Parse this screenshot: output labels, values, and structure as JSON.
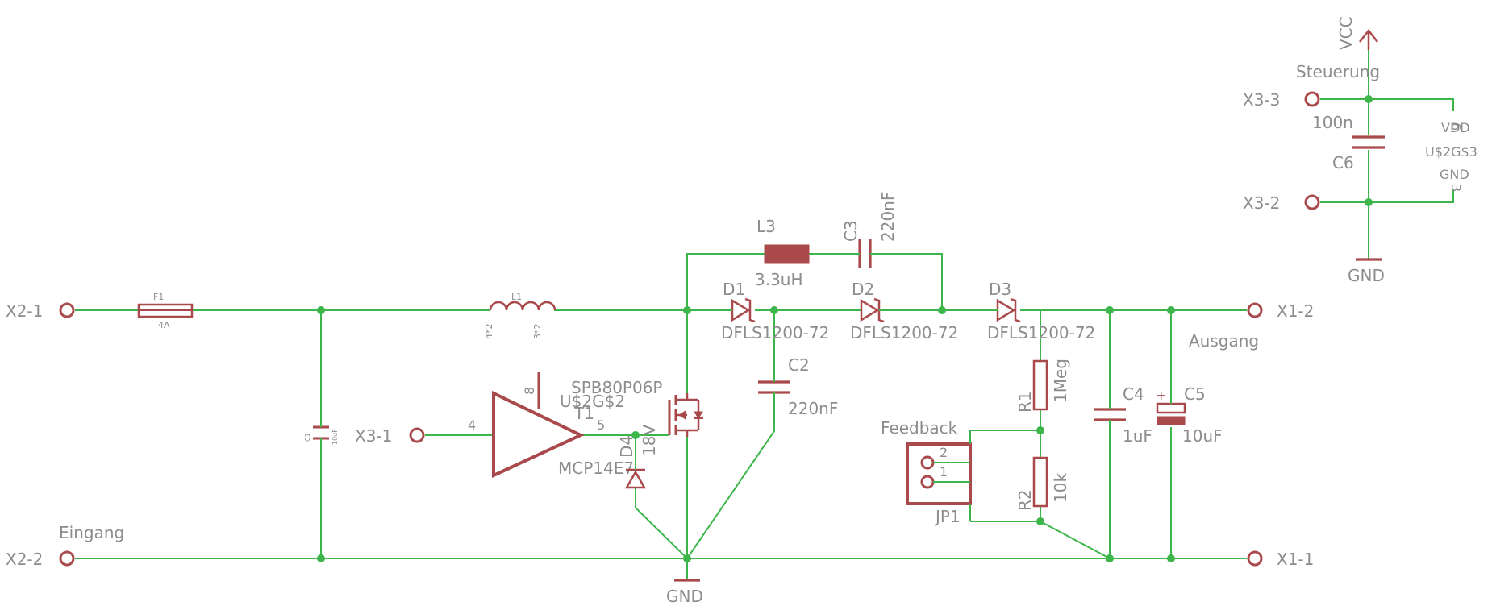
{
  "ports": {
    "x2_1": "X2-1",
    "x2_2": "X2-2",
    "x3_1": "X3-1",
    "x1_1": "X1-1",
    "x1_2": "X1-2",
    "x3_2": "X3-2",
    "x3_3": "X3-3"
  },
  "groups": {
    "eingang": "Eingang",
    "ausgang": "Ausgang",
    "steuerung": "Steuerung",
    "feedback": "Feedback"
  },
  "power": {
    "gnd": "GND",
    "gnd_top": "GND",
    "vcc": "VCC"
  },
  "parts": {
    "f1_name": "F1",
    "f1_value": "4A",
    "l1_name": "L1",
    "l1_pin_a": "4*2",
    "l1_pin_b": "3*2",
    "c1_name": "C1",
    "c1_value": "10uF",
    "u2_pin_in": "4",
    "u2_pin_out": "5",
    "u2_pin_top": "8",
    "u2_name": "U$2G$2",
    "u2_part": "MCP14E7",
    "t1_name": "T1",
    "t1_part": "SPB80P06P",
    "d4_name": "D4",
    "d4_value": "18V",
    "l3_name": "L3",
    "l3_value": "3.3uH",
    "c3_name": "C3",
    "c3_value": "220nF",
    "c2_name": "C2",
    "c2_value": "220nF",
    "d1_name": "D1",
    "d1_part": "DFLS1200-72",
    "d2_name": "D2",
    "d2_part": "DFLS1200-72",
    "d3_name": "D3",
    "d3_part": "DFLS1200-72",
    "r1_name": "R1",
    "r1_value": "1Meg",
    "r2_name": "R2",
    "r2_value": "10k",
    "c4_name": "C4",
    "c4_value": "1uF",
    "c5_name": "C5",
    "c5_value": "10uF",
    "jp1_name": "JP1",
    "jp1_pin1": "1",
    "jp1_pin2": "2",
    "c6_name": "C6",
    "c6_value": "100n",
    "u2g3_name": "U$2G$3",
    "u2g3_vdd": "VDD",
    "u2g3_gnd": "GND",
    "u2g3_pin6": "6",
    "u2g3_pin3": "3"
  },
  "colors": {
    "wire": "#3cb54a",
    "symbol": "#a9494b",
    "text": "#8c8c8c"
  }
}
